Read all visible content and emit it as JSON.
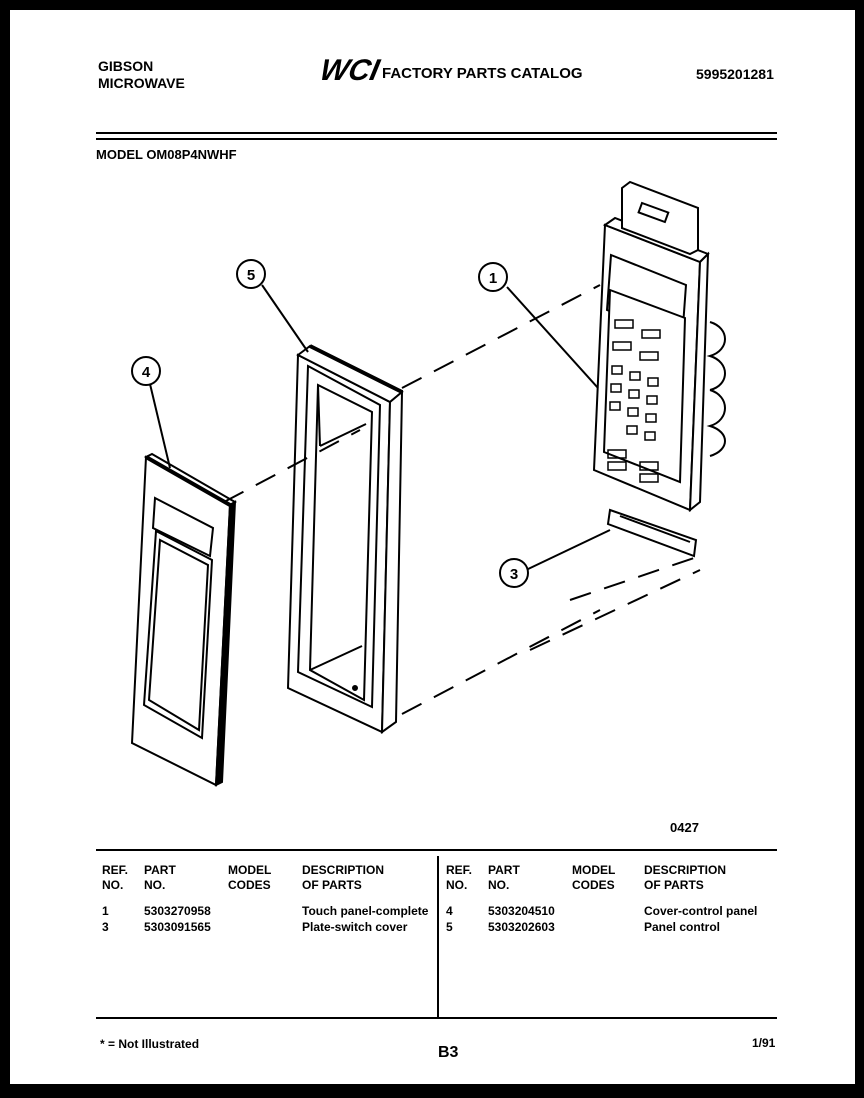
{
  "header": {
    "brand_line1": "GIBSON",
    "brand_line2": "MICROWAVE",
    "logo_text": "WCI",
    "catalog_title": "FACTORY PARTS CATALOG",
    "catalog_number": "5995201281"
  },
  "model_label": "MODEL OM08P4NWHF",
  "diagram": {
    "callouts": [
      "5",
      "1",
      "4",
      "3"
    ],
    "figure_number": "0427"
  },
  "parts_table": {
    "headers": {
      "ref": [
        "REF.",
        "NO."
      ],
      "part": [
        "PART",
        "NO."
      ],
      "codes": [
        "MODEL",
        "CODES"
      ],
      "desc": [
        "DESCRIPTION",
        "OF PARTS"
      ]
    },
    "left_rows": [
      {
        "ref": "1",
        "part": "5303270958",
        "codes": "",
        "desc": "Touch panel-complete"
      },
      {
        "ref": "3",
        "part": "5303091565",
        "codes": "",
        "desc": "Plate-switch cover"
      }
    ],
    "right_rows": [
      {
        "ref": "4",
        "part": "5303204510",
        "codes": "",
        "desc": "Cover-control panel"
      },
      {
        "ref": "5",
        "part": "5303202603",
        "codes": "",
        "desc": "Panel control"
      }
    ]
  },
  "footer": {
    "note": "* = Not Illustrated",
    "page": "B3",
    "date": "1/91"
  }
}
